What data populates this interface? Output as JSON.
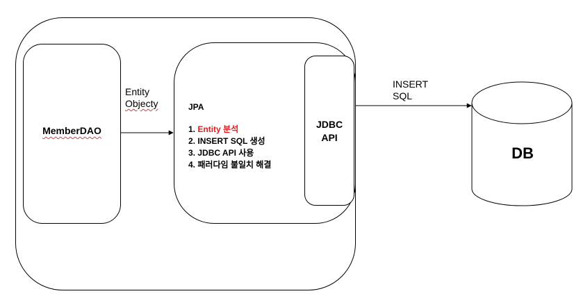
{
  "member_dao": {
    "label": "MemberDAO"
  },
  "entity_arrow": {
    "line1": "Entity",
    "line2": "Objecty"
  },
  "jpa": {
    "title": "JPA",
    "steps": [
      {
        "num": "1.",
        "text": "Entity 분석",
        "highlight": true
      },
      {
        "num": "2.",
        "text": "INSERT SQL 생성",
        "highlight": false
      },
      {
        "num": "3.",
        "text": "JDBC API 사용",
        "highlight": false
      },
      {
        "num": "4.",
        "text": "패러다임 불일치 해결",
        "highlight": false
      }
    ]
  },
  "jdbc_api": {
    "line1": "JDBC",
    "line2": "API"
  },
  "sql_arrow": {
    "line1": "INSERT",
    "line2": "SQL"
  },
  "db": {
    "label": "DB"
  },
  "colors": {
    "highlight": "#e41b1b",
    "stroke": "#000000",
    "spellcheck_underline": "#d04040"
  }
}
